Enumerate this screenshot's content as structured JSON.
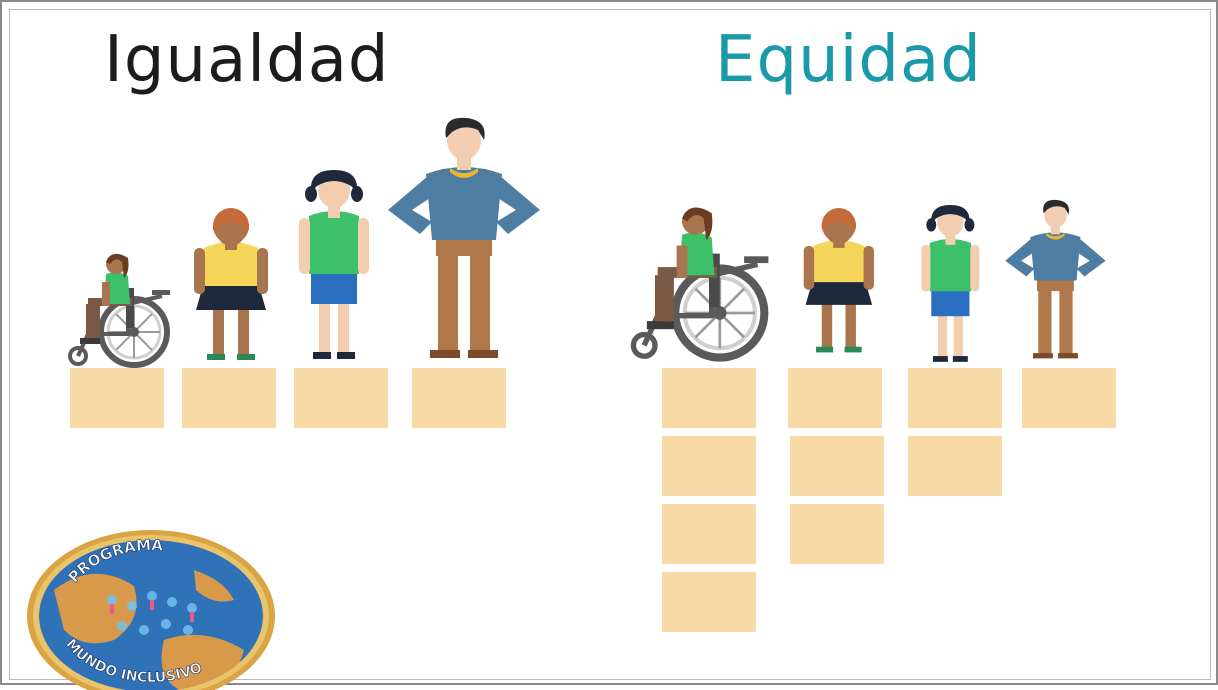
{
  "headings": {
    "left": "Igualdad",
    "right": "Equidad"
  },
  "logo": {
    "top_text": "PROGRAMA",
    "bottom_text": "MUNDO INCLUSIVO"
  },
  "colors": {
    "equidad_title": "#1a9aa8",
    "igualdad_title": "#1c1c1c",
    "box": "#f8d9a8",
    "man_shirt": "#4e7da3",
    "girl_shirt": "#3cc06a",
    "girl_shorts": "#2a6fc0",
    "woman_top": "#f5d55a",
    "woman_skirt": "#1e2a3c"
  },
  "icons": [
    "wheelchair-user-icon",
    "woman-icon",
    "girl-icon",
    "man-icon"
  ]
}
